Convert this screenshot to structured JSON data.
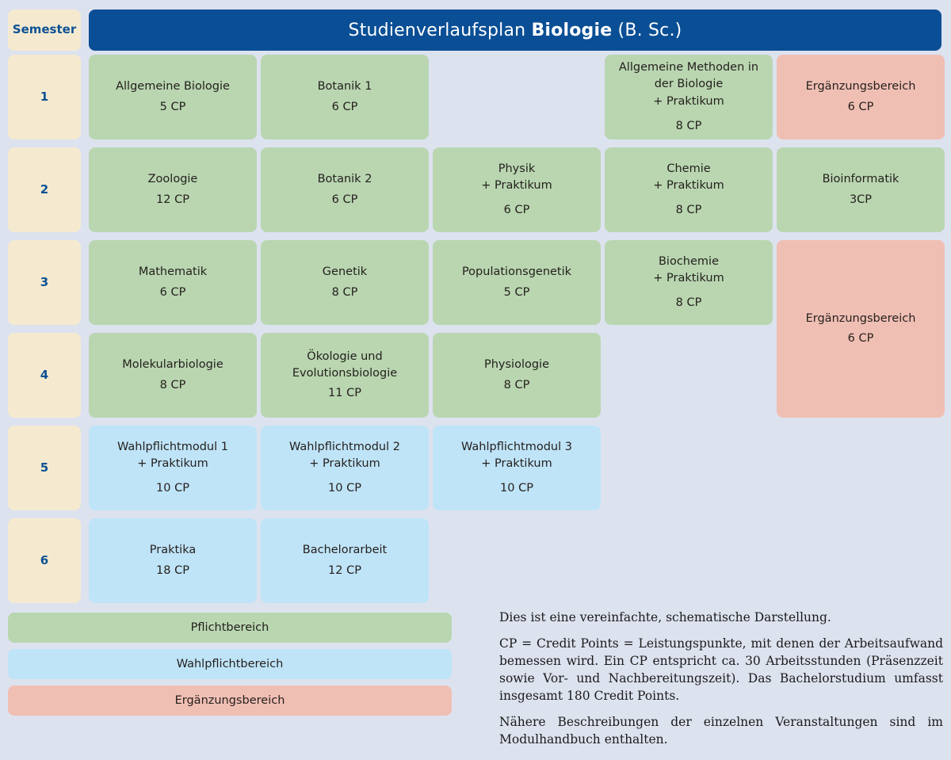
{
  "header": {
    "semester_label": "Semester",
    "title_prefix": "Studienverlaufsplan ",
    "title_subject": "Biologie",
    "title_suffix": " (B. Sc.)"
  },
  "colors": {
    "background": "#dde2ef",
    "header_blue": "#0a4f95",
    "semester_cell": "#f5ead0",
    "mandatory_green": "#b9d6b1",
    "elective_blue": "#bfe4f8",
    "supplement_salmon": "#f0bfb4",
    "semester_text": "#0d5294"
  },
  "semesters": [
    {
      "number": "1"
    },
    {
      "number": "2"
    },
    {
      "number": "3"
    },
    {
      "number": "4"
    },
    {
      "number": "5"
    },
    {
      "number": "6"
    }
  ],
  "modules": [
    {
      "id": "allgemeine-biologie",
      "semester": 1,
      "column": 1,
      "name": "Allgemeine Biologie",
      "practical": "",
      "cp": "5 CP",
      "area": "mandatory"
    },
    {
      "id": "botanik-1",
      "semester": 1,
      "column": 2,
      "name": "Botanik 1",
      "practical": "",
      "cp": "6 CP",
      "area": "mandatory"
    },
    {
      "id": "allgemeine-methoden",
      "semester": 1,
      "column": 4,
      "name": "Allgemeine Methoden in der Biologie",
      "practical": "+ Praktikum",
      "cp": "8 CP",
      "area": "mandatory"
    },
    {
      "id": "ergaenzungsbereich-1",
      "semester": 1,
      "column": 5,
      "name": "Ergänzungsbereich",
      "practical": "",
      "cp": "6 CP",
      "area": "supplement"
    },
    {
      "id": "zoologie",
      "semester": 2,
      "column": 1,
      "name": "Zoologie",
      "practical": "",
      "cp": "12 CP",
      "area": "mandatory"
    },
    {
      "id": "botanik-2",
      "semester": 2,
      "column": 2,
      "name": "Botanik 2",
      "practical": "",
      "cp": "6 CP",
      "area": "mandatory"
    },
    {
      "id": "physik",
      "semester": 2,
      "column": 3,
      "name": "Physik",
      "practical": "+ Praktikum",
      "cp": "6 CP",
      "area": "mandatory"
    },
    {
      "id": "chemie",
      "semester": 2,
      "column": 4,
      "name": "Chemie",
      "practical": "+ Praktikum",
      "cp": "8 CP",
      "area": "mandatory"
    },
    {
      "id": "bioinformatik",
      "semester": 2,
      "column": 5,
      "name": "Bioinformatik",
      "practical": "",
      "cp": "3CP",
      "area": "mandatory"
    },
    {
      "id": "mathematik",
      "semester": 3,
      "column": 1,
      "name": "Mathematik",
      "practical": "",
      "cp": "6 CP",
      "area": "mandatory"
    },
    {
      "id": "genetik",
      "semester": 3,
      "column": 2,
      "name": "Genetik",
      "practical": "",
      "cp": "8 CP",
      "area": "mandatory"
    },
    {
      "id": "populationsgenetik",
      "semester": 3,
      "column": 3,
      "name": "Populationsgenetik",
      "practical": "",
      "cp": "5 CP",
      "area": "mandatory"
    },
    {
      "id": "biochemie",
      "semester": 3,
      "column": 4,
      "name": "Biochemie",
      "practical": "+ Praktikum",
      "cp": "8 CP",
      "area": "mandatory"
    },
    {
      "id": "ergaenzungsbereich-2",
      "semester": 3,
      "column": 5,
      "name": "Ergänzungsbereich",
      "practical": "",
      "cp": "6 CP",
      "area": "supplement"
    },
    {
      "id": "molekularbiologie",
      "semester": 4,
      "column": 1,
      "name": "Molekularbiologie",
      "practical": "",
      "cp": "8 CP",
      "area": "mandatory"
    },
    {
      "id": "oekologie-evolution",
      "semester": 4,
      "column": 2,
      "name": "Ökologie und Evolutionsbiologie",
      "practical": "",
      "cp": "11 CP",
      "area": "mandatory"
    },
    {
      "id": "physiologie",
      "semester": 4,
      "column": 3,
      "name": "Physiologie",
      "practical": "",
      "cp": "8 CP",
      "area": "mandatory"
    },
    {
      "id": "wahlpflichtmodul-1",
      "semester": 5,
      "column": 1,
      "name": "Wahlpflichtmodul 1",
      "practical": "+ Praktikum",
      "cp": "10 CP",
      "area": "elective"
    },
    {
      "id": "wahlpflichtmodul-2",
      "semester": 5,
      "column": 2,
      "name": "Wahlpflichtmodul 2",
      "practical": "+ Praktikum",
      "cp": "10 CP",
      "area": "elective"
    },
    {
      "id": "wahlpflichtmodul-3",
      "semester": 5,
      "column": 3,
      "name": "Wahlpflichtmodul 3",
      "practical": "+ Praktikum",
      "cp": "10 CP",
      "area": "elective"
    },
    {
      "id": "praktika",
      "semester": 6,
      "column": 1,
      "name": "Praktika",
      "practical": "",
      "cp": "18 CP",
      "area": "elective"
    },
    {
      "id": "bachelorarbeit",
      "semester": 6,
      "column": 2,
      "name": "Bachelorarbeit",
      "practical": "",
      "cp": "12 CP",
      "area": "elective"
    }
  ],
  "legend": [
    {
      "label": "Pflichtbereich",
      "area": "mandatory"
    },
    {
      "label": "Wahlpflichtbereich",
      "area": "elective"
    },
    {
      "label": "Ergänzungsbereich",
      "area": "supplement"
    }
  ],
  "notes": [
    "Dies ist eine vereinfachte, schematische Darstellung.",
    "CP = Credit Points = Leistungspunkte, mit denen der Arbeitsaufwand bemessen wird. Ein CP entspricht ca. 30 Arbeitsstunden (Präsenzzeit sowie Vor- und Nachbereitungszeit). Das Bachelorstudium umfasst insgesamt 180 Credit Points.",
    "Nähere Beschreibungen der einzelnen Veranstaltungen sind im Modulhandbuch enthalten."
  ]
}
